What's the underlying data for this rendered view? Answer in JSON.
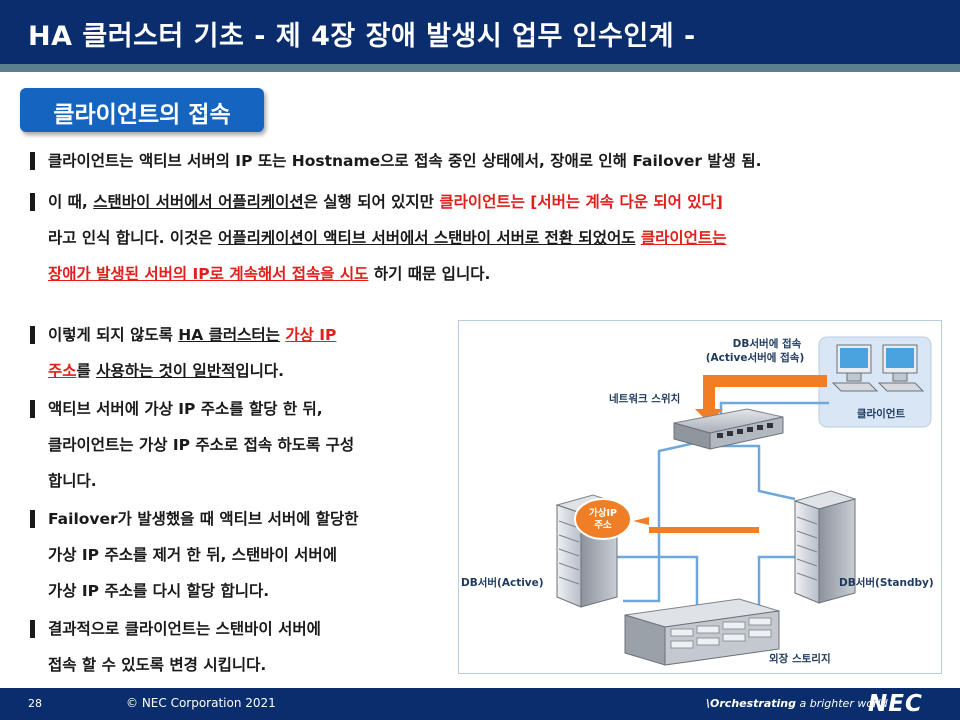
{
  "header": {
    "title": "HA 클러스터 기초   - 제 4장 장애 발생시 업무 인수인계 -"
  },
  "section": {
    "label": "클라이언트의 접속"
  },
  "top_paragraphs": {
    "p1": {
      "t1": "클라이언트는 액티브 서버의 IP 또는 Hostname으로 접속 중인 상태에서, 장애로 인해 Failover 발생 됨."
    },
    "p2": {
      "t1": "이 때, ",
      "u1": "스탠바이 서버에서 어플리케이션",
      "t2": "은 실행 되어 있지만 ",
      "r1": "클라이언트는 [서버는 계속 다운 되어 있다]",
      "t3": "라고 인식 합니다. 이것은 ",
      "u2": "어플리케이션이 액티브 서버에서 스탠바이 서버로 전환 되었어도",
      "t4": " ",
      "r2": "클라이언트는",
      "r3": "장애가 발생된 서버의 IP로 계속해서 접속을 시도",
      "t5": " 하기 때문 입니다."
    }
  },
  "left_paragraphs": {
    "p3": {
      "t1": "이렇게 되지 않도록 ",
      "u1": "HA 클러스터는",
      "t2": " ",
      "r1": "가상 IP",
      "r2": "주소",
      "t3": "를 ",
      "u2": "사용하는 것이 일반적",
      "t4": "입니다."
    },
    "p4": {
      "l1": "액티브 서버에 가상 IP 주소를 할당 한 뒤,",
      "l2": "클라이언트는 가상 IP 주소로 접속 하도록 구성",
      "l3": "합니다."
    },
    "p5": {
      "l1": "Failover가 발생했을 때 액티브 서버에 할당한",
      "l2": "가상 IP 주소를 제거 한 뒤, 스탠바이 서버에",
      "l3": "가상 IP 주소를 다시 할당 합니다."
    },
    "p6": {
      "l1": "결과적으로 클라이언트는 스탠바이 서버에",
      "l2": "접속 할 수 있도록 변경 시킵니다."
    }
  },
  "diagram": {
    "db_access": "DB서버에 접속",
    "db_access_sub": "(Active서버에 접속)",
    "network_switch": "네트워크 스위치",
    "client": "클라이언트",
    "virtual_ip_l1": "가상IP",
    "virtual_ip_l2": "주소",
    "db_active": "DB서버(Active)",
    "db_standby": "DB서버(Standby)",
    "storage": "외장 스토리지",
    "colors": {
      "arrow": "#f07e26",
      "line": "#6fa8dc",
      "client_box": "#d9e6f5"
    }
  },
  "footer": {
    "page": "28",
    "copyright": "© NEC Corporation 2021",
    "tagline_a": "\\Orchestrating",
    "tagline_b": " a brighter world",
    "logo": "NEC"
  }
}
